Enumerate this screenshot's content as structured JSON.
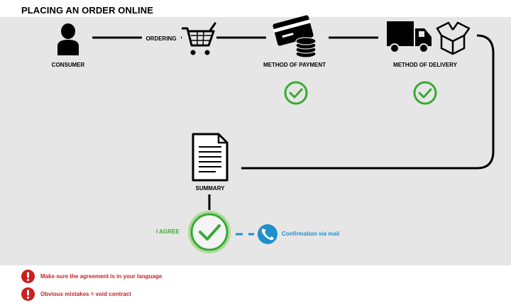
{
  "title": "PLACING AN ORDER ONLINE",
  "steps": {
    "consumer": "CONSUMER",
    "ordering": "ORDERING",
    "payment": "METHOD OF PAYMENT",
    "delivery": "METHOD OF DELIVERY",
    "summary": "SUMMARY"
  },
  "agree_label": "I AGREE",
  "confirmation_label": "Confirmation via mail",
  "warnings": [
    "Make sure the agreement is in your language",
    "Obvious mistakes = void contract"
  ],
  "colors": {
    "panel": "#e6e6e6",
    "check_green": "#39a935",
    "confirm_blue": "#1e8fcc",
    "warning_red": "#cc1f1f"
  },
  "icons": {
    "consumer": "person-icon",
    "ordering": "shopping-cart-icon",
    "payment": "credit-card-coins-icon",
    "delivery": "truck-icon",
    "package": "open-box-icon",
    "summary": "document-icon",
    "confirmation": "phone-icon",
    "check": "check-circle-icon",
    "warning": "exclamation-icon"
  }
}
